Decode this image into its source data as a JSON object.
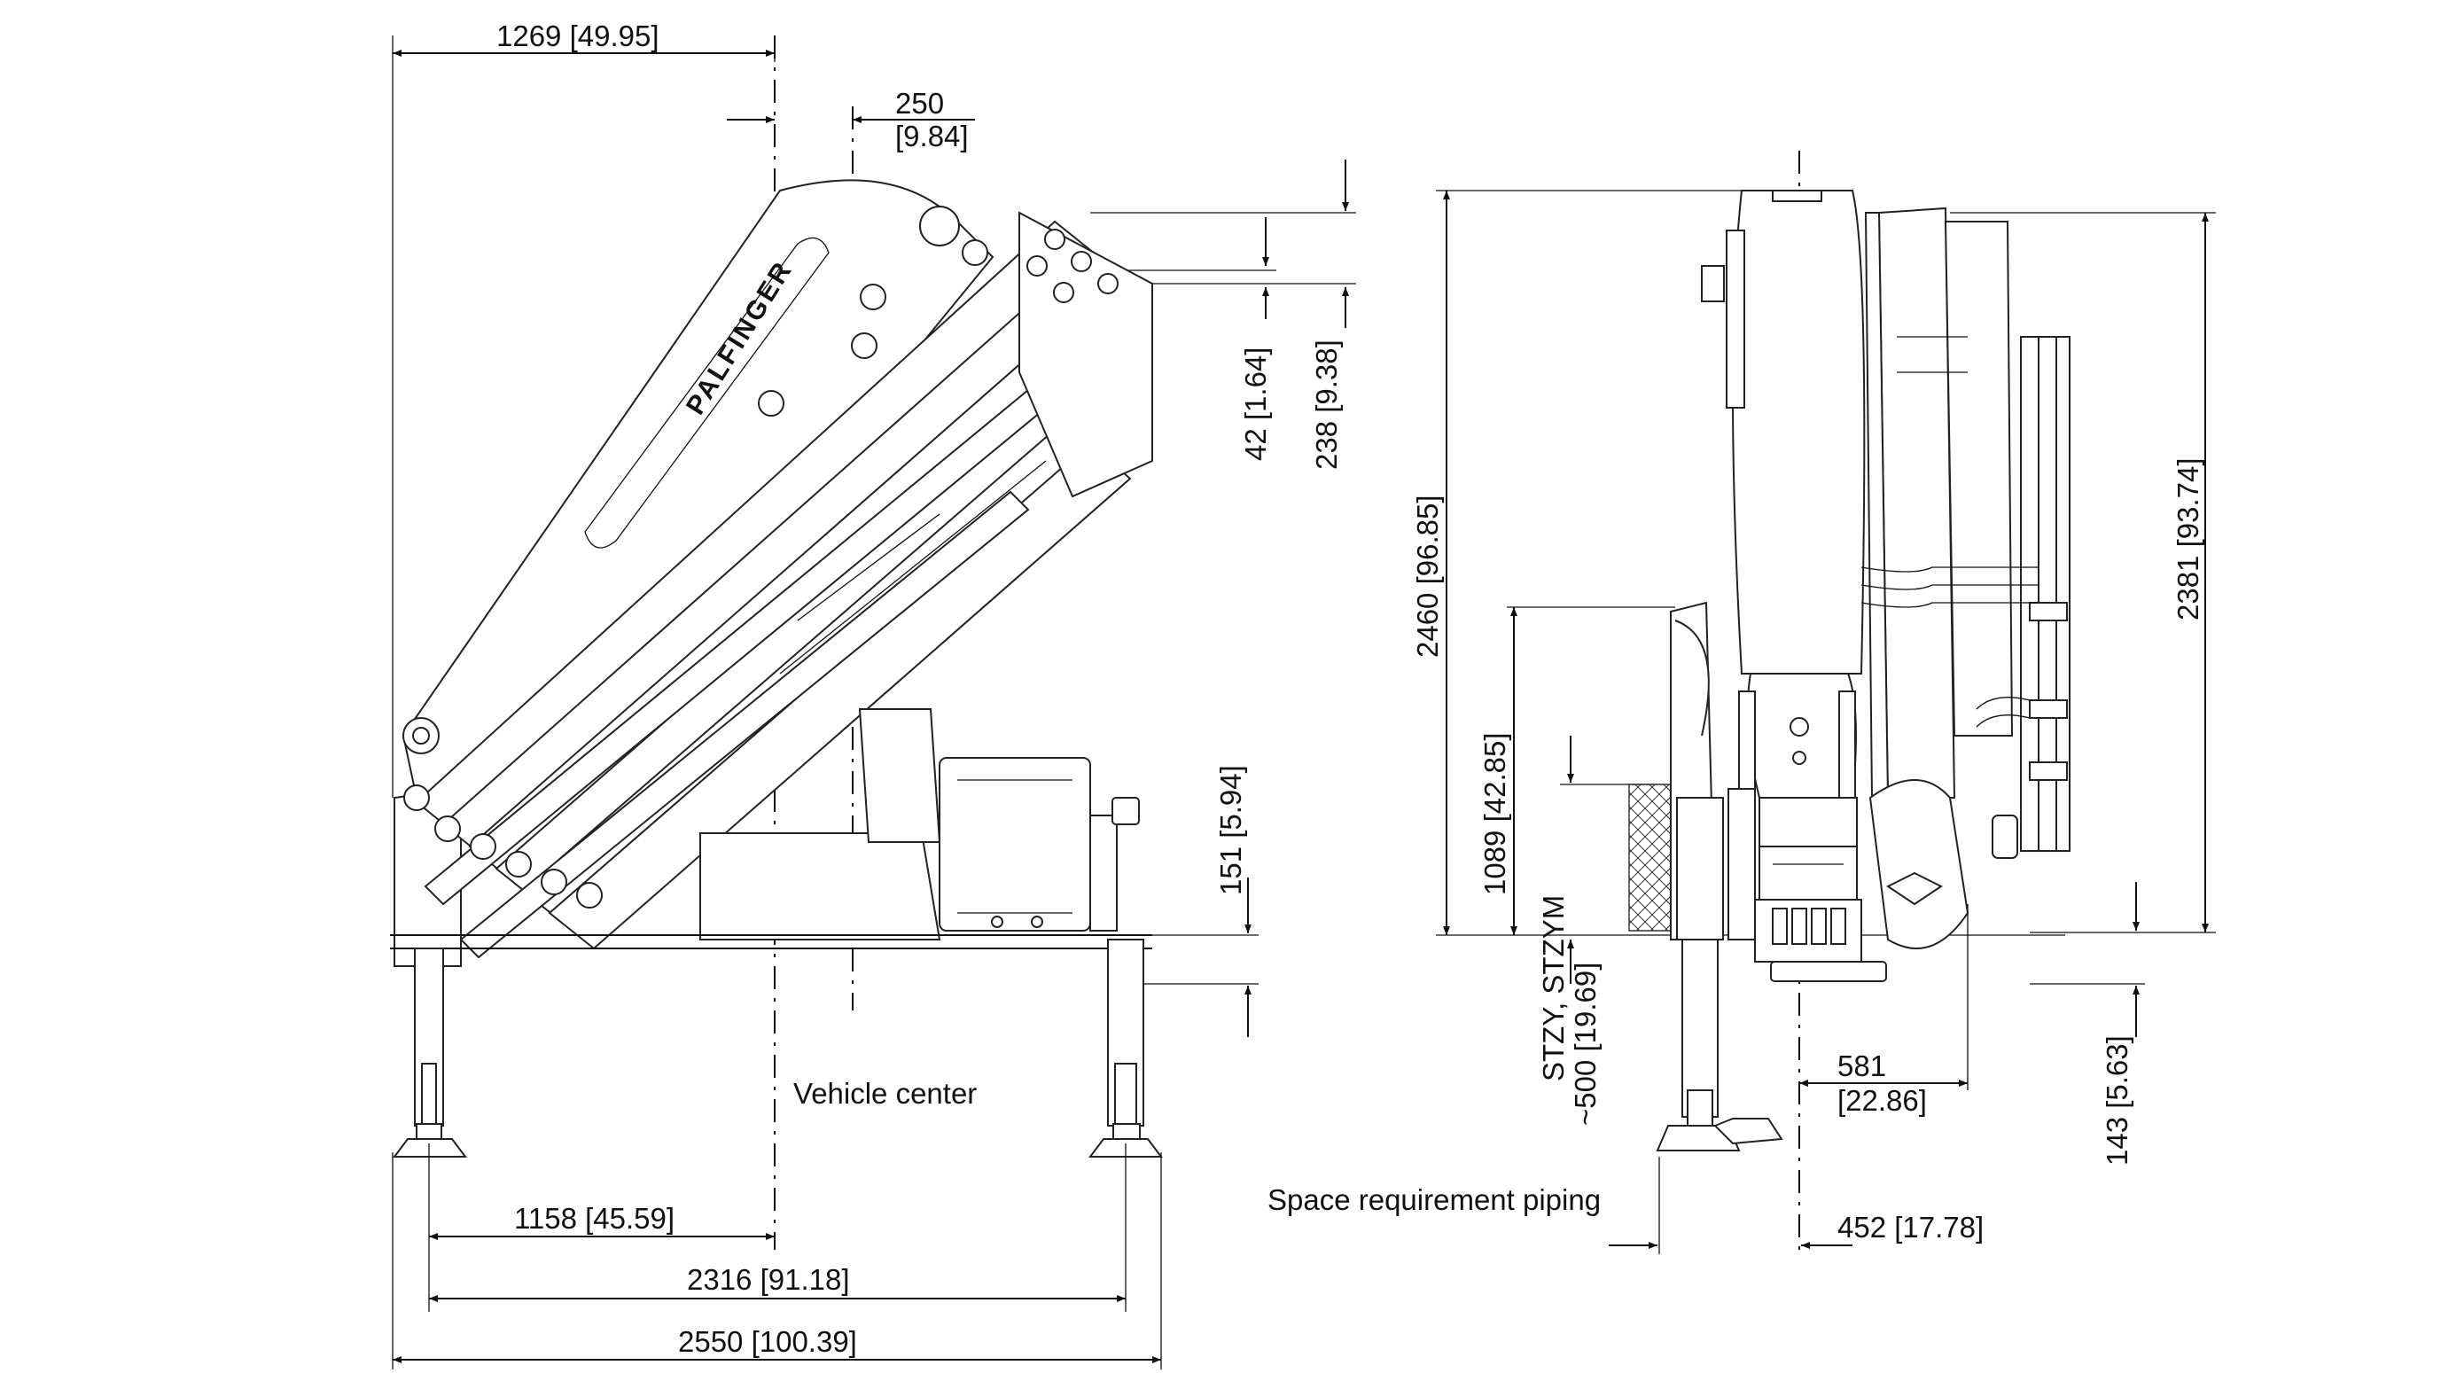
{
  "side_view": {
    "dim_top_width": "1269  [49.95]",
    "dim_offset_mm": "250",
    "dim_offset_in": "[9.84]",
    "dim_42": "42  [1.64]",
    "dim_238": "238  [9.38]",
    "dim_151": "151  [5.94]",
    "vehicle_center": "Vehicle center",
    "dim_1158": "1158  [45.59]",
    "dim_2316": "2316  [91.18]",
    "dim_2550": "2550  [100.39]",
    "brand": "PALFINGER"
  },
  "front_view": {
    "dim_2460": "2460  [96.85]",
    "dim_1089": "1089  [42.85]",
    "dim_stzy_line1": "STZY, STZYM",
    "dim_stzy_line2": "~500  [19.69]",
    "dim_2381": "2381  [93.74]",
    "dim_581_mm": "581",
    "dim_581_in": "[22.86]",
    "dim_143": "143  [5.63]",
    "space_requirement": "Space requirement piping",
    "dim_452": "452  [17.78]"
  },
  "colors": {
    "line": "#111111",
    "background": "#ffffff"
  }
}
